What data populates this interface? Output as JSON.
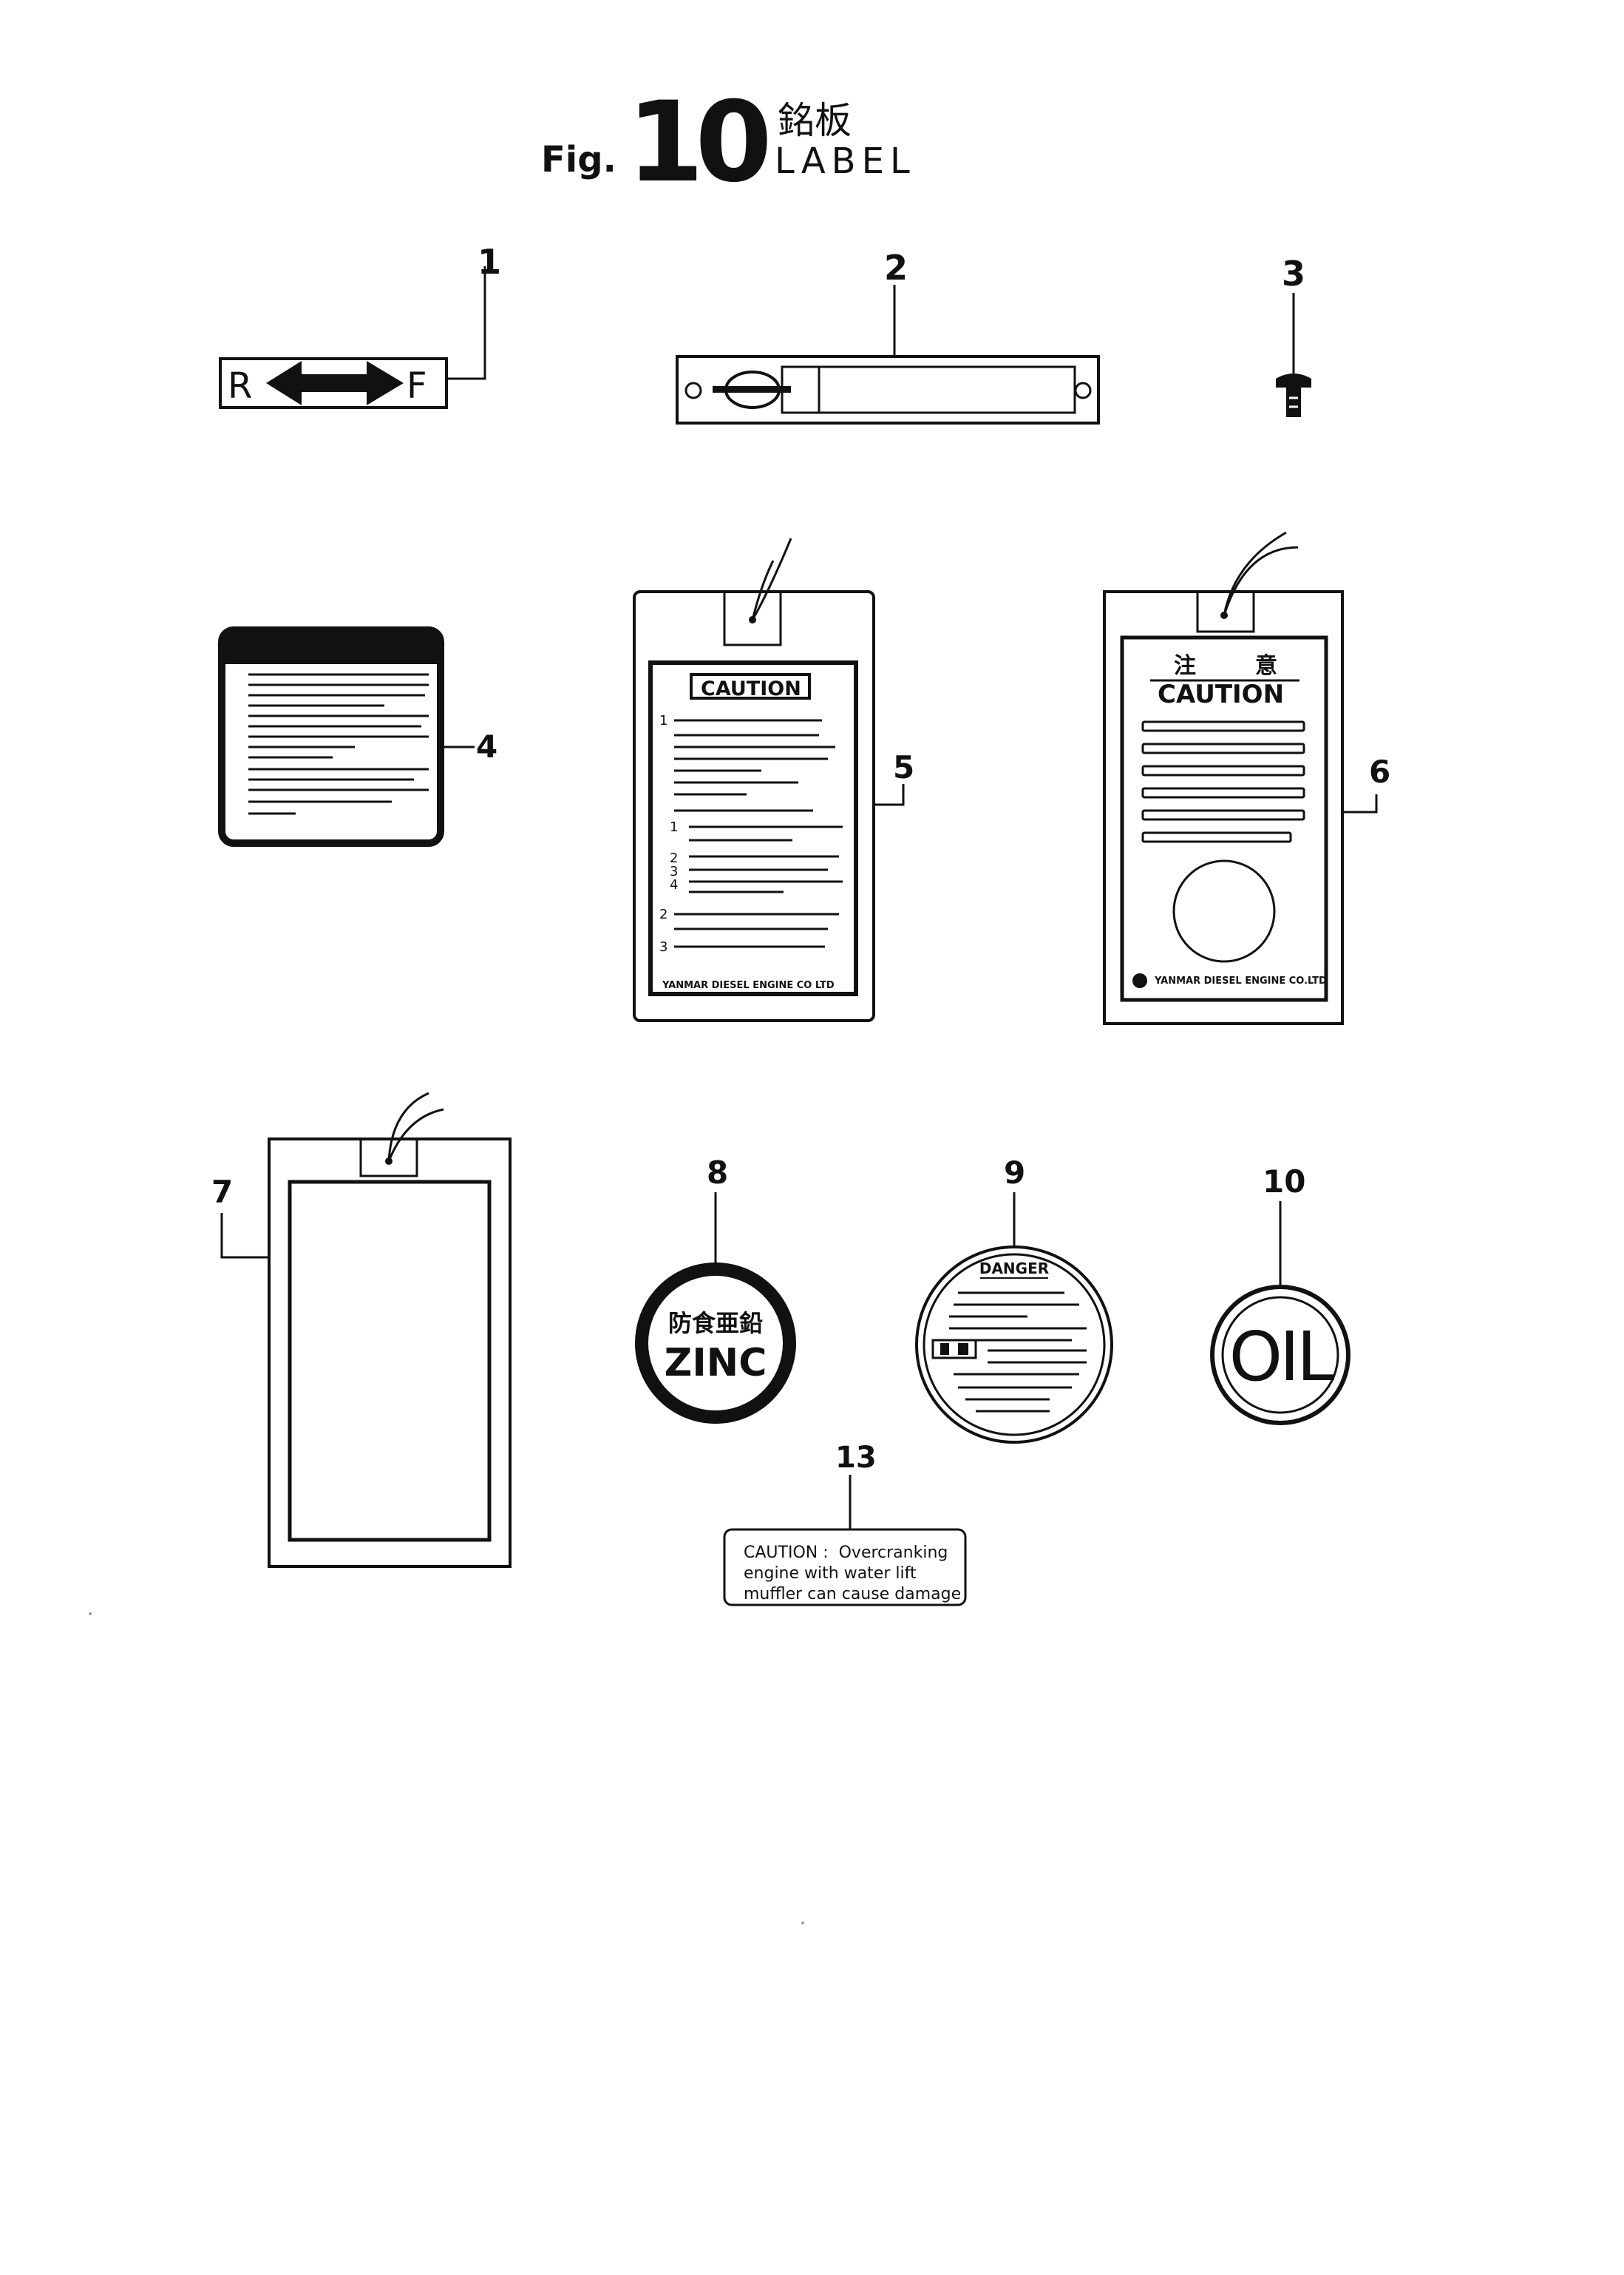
{
  "header": {
    "fig_prefix": "Fig.",
    "fig_number": "10",
    "title_jp": "銘板",
    "title_en": "LABEL"
  },
  "callouts": {
    "c1": "1",
    "c2": "2",
    "c3": "3",
    "c4": "4",
    "c5": "5",
    "c6": "6",
    "c7": "7",
    "c8": "8",
    "c9": "9",
    "c10": "10",
    "c13": "13"
  },
  "parts": {
    "p1": {
      "left": "R",
      "right": "F"
    },
    "p5": {
      "heading": "CAUTION",
      "numbers": [
        "1",
        "1",
        "2",
        "3",
        "4",
        "2",
        "3"
      ],
      "footer": "YANMAR DIESEL ENGINE CO LTD"
    },
    "p6": {
      "heading_jp_1": "注",
      "heading_jp_2": "意",
      "heading": "CAUTION",
      "footer": "YANMAR DIESEL ENGINE CO.LTD"
    },
    "p8": {
      "text_jp": "防食亜鉛",
      "text_en": "ZINC"
    },
    "p9": {
      "heading": "DANGER"
    },
    "p10": {
      "text": "OIL"
    },
    "p13": {
      "line1": "CAUTION :  Overcranking",
      "line2": "engine with water lift",
      "line3": "muffler can cause damage"
    }
  }
}
